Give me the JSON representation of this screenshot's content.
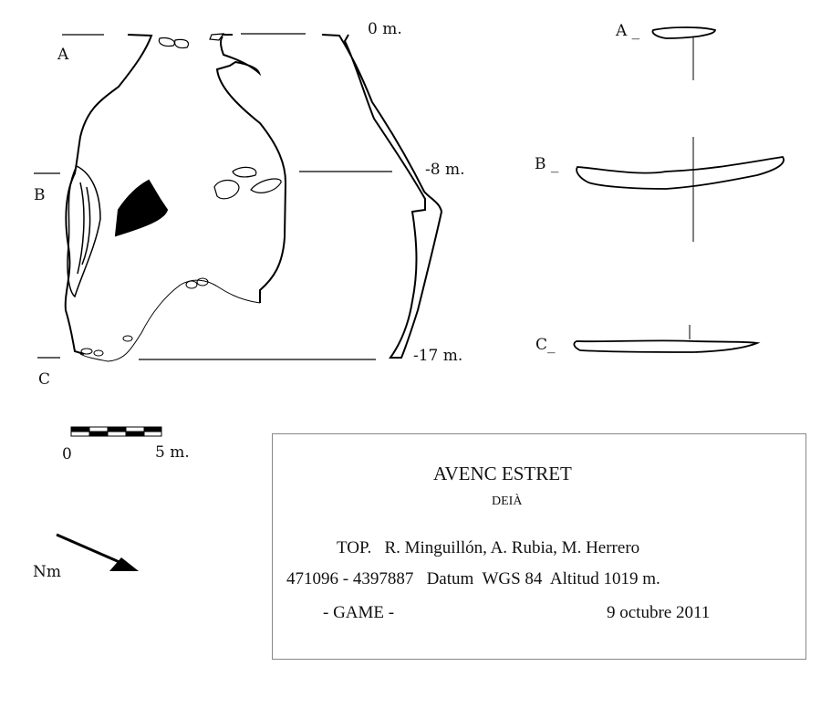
{
  "plan": {
    "labels": {
      "a": "A",
      "b": "B",
      "c": "C"
    }
  },
  "profile": {
    "depths": [
      "0 m.",
      "-8 m.",
      "-17 m."
    ]
  },
  "sections": {
    "labels": [
      "A _",
      "B _",
      "C_"
    ]
  },
  "scale_bar": {
    "start": "0",
    "end": "5 m."
  },
  "north": {
    "label": "Nm"
  },
  "title_block": {
    "title": "AVENC ESTRET",
    "municipality": "DEIÀ",
    "surveyors": "TOP.   R. Minguillón, A. Rubia, M. Herrero",
    "coordinates": "471096 - 4397887   Datum  WGS 84  Altitud 1019 m.",
    "group": "- GAME -",
    "date": "9 octubre 2011"
  }
}
